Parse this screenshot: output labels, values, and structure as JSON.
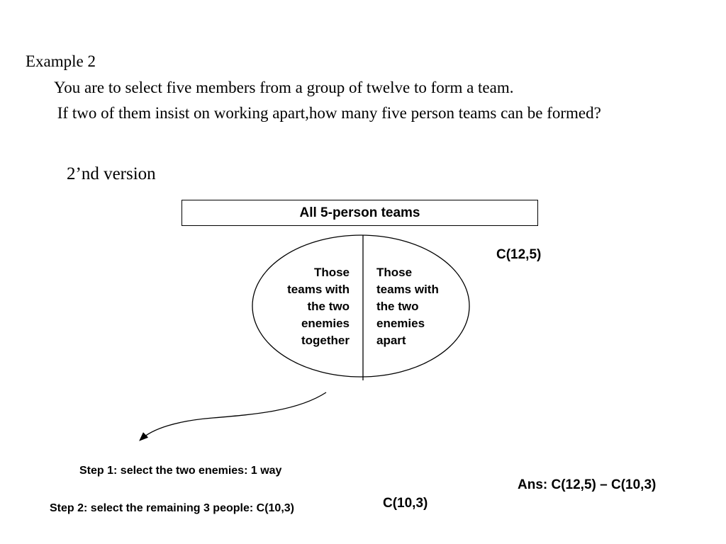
{
  "heading": "Example 2",
  "problem": {
    "line1": "You are to select five members from a group of twelve to form a team.",
    "line2": " If two of them insist on working apart,how many five person teams can be formed?"
  },
  "version_label": "2’nd version",
  "diagram": {
    "box_label": "All 5-person teams",
    "total_formula": "C(12,5)",
    "left_region": [
      "Those",
      "teams with",
      "the two",
      "enemies",
      "together"
    ],
    "right_region": [
      "Those",
      "teams with",
      "the two",
      "enemies",
      "apart"
    ]
  },
  "steps": {
    "step1": "Step 1: select the two enemies: 1 way",
    "step2": "Step 2: select the remaining 3 people: C(10,3)"
  },
  "subtotal_formula": "C(10,3)",
  "answer": "Ans: C(12,5) – C(10,3)"
}
